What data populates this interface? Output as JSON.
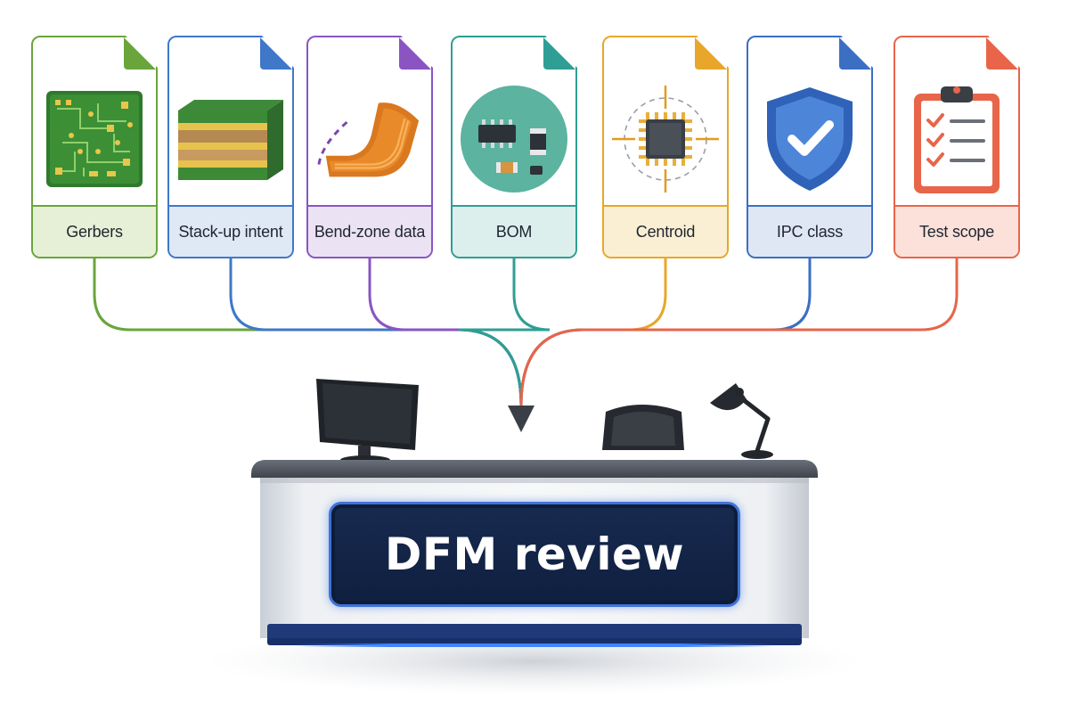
{
  "documents": [
    {
      "label": "Gerbers",
      "icon": "pcb-gerber-icon",
      "color": "#6aa53c",
      "label_bg": "#e6f0d6"
    },
    {
      "label": "Stack-up intent",
      "icon": "layer-stack-icon",
      "color": "#3f78c9",
      "label_bg": "#dfe8f5"
    },
    {
      "label": "Bend-zone data",
      "icon": "flex-circuit-icon",
      "color": "#8a55c2",
      "label_bg": "#ebe2f4"
    },
    {
      "label": "BOM",
      "icon": "components-icon",
      "color": "#2f9e94",
      "label_bg": "#dcefec"
    },
    {
      "label": "Centroid",
      "icon": "chip-crosshair-icon",
      "color": "#e8a72a",
      "label_bg": "#fbefd3"
    },
    {
      "label": "IPC class",
      "icon": "shield-check-icon",
      "color": "#3a6fc4",
      "label_bg": "#dfe7f4"
    },
    {
      "label": "Test scope",
      "icon": "clipboard-checklist-icon",
      "color": "#e8654a",
      "label_bg": "#fbe1da"
    }
  ],
  "desk": {
    "sign": "DFM review",
    "accent_color": "#3f73d6"
  }
}
